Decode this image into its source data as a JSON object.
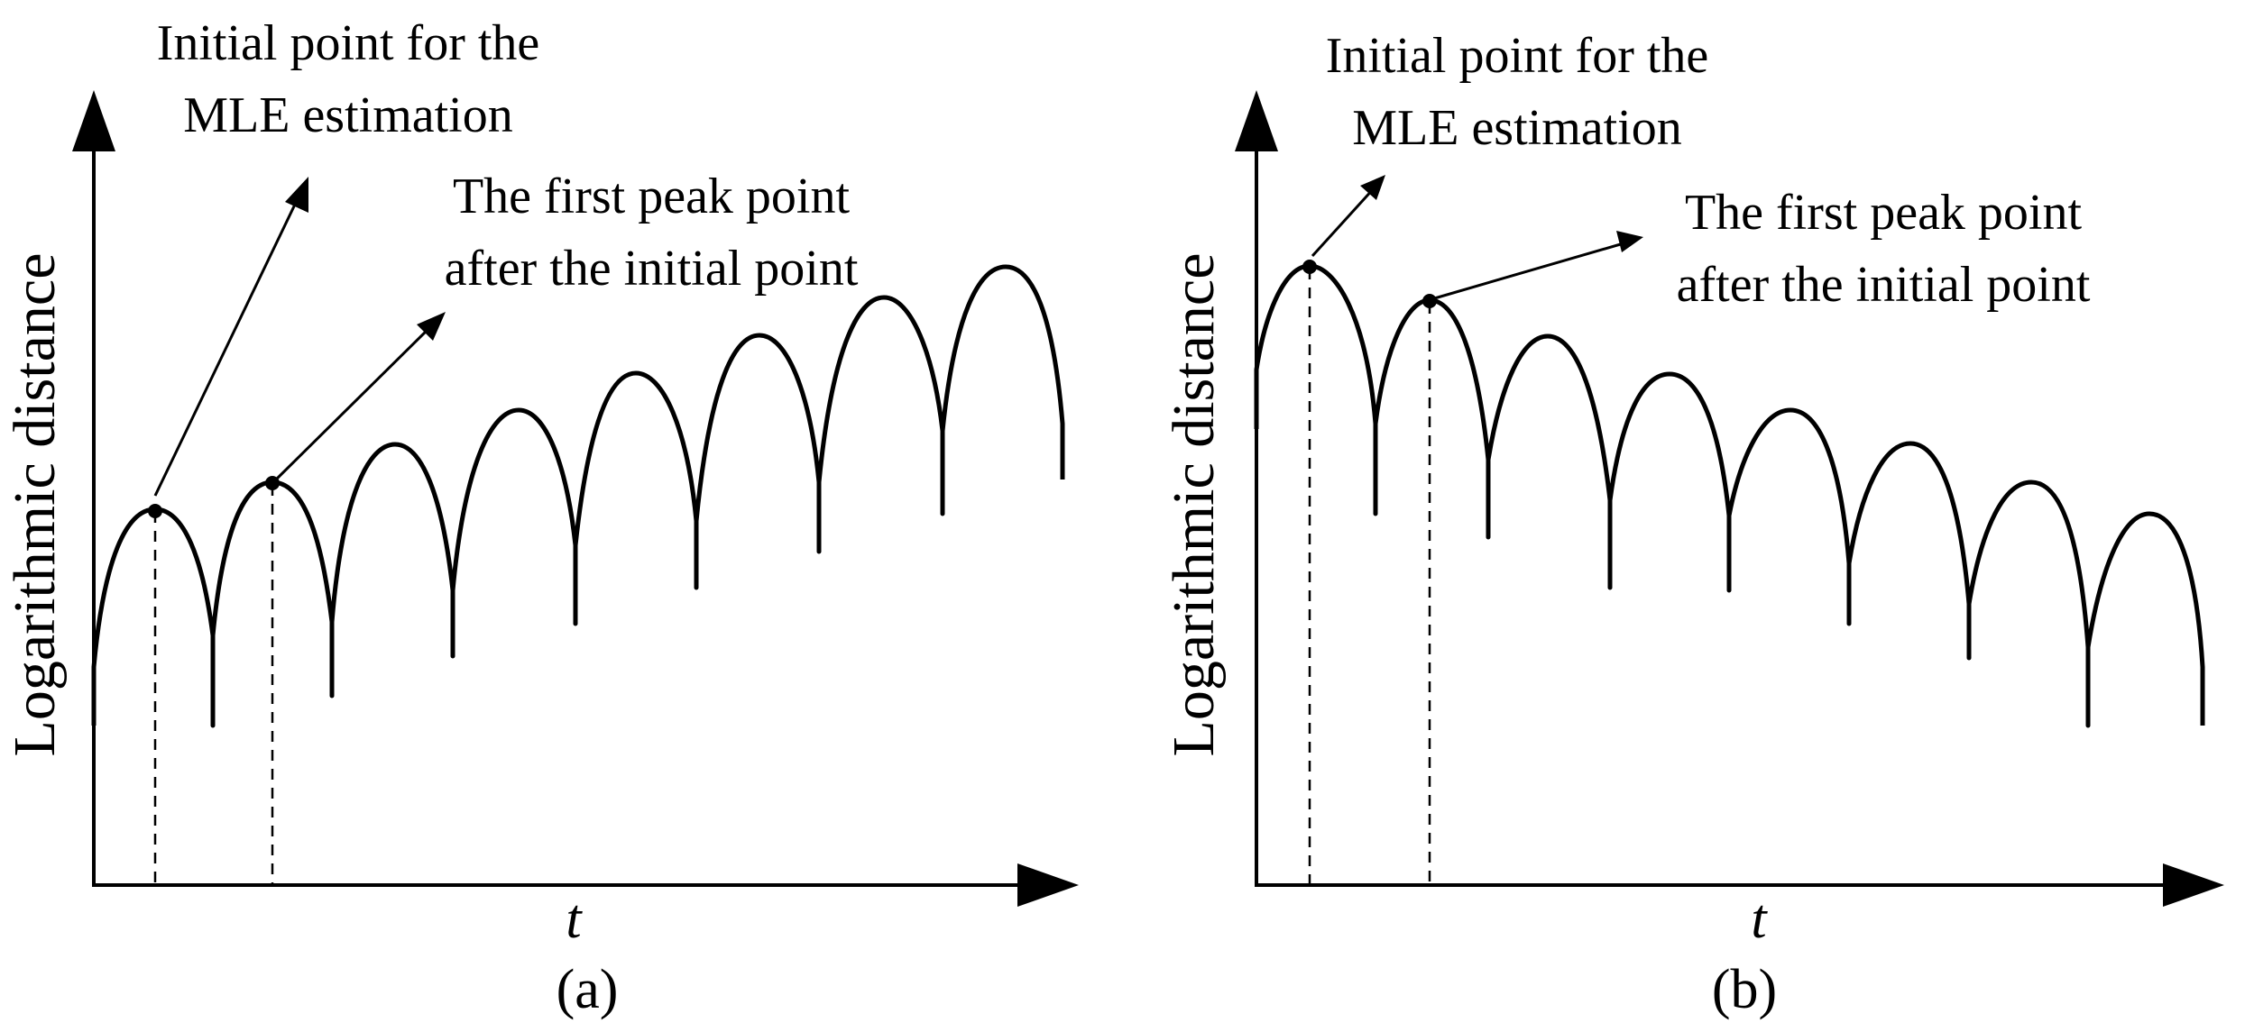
{
  "panels": [
    {
      "label": "(a)",
      "xlabel": "t",
      "ylabel": "Logarithmic distance",
      "annotation_initial": [
        "Initial point for the",
        "MLE estimation"
      ],
      "annotation_peak": [
        "The first peak point",
        "after the initial point"
      ],
      "trend": "increasing"
    },
    {
      "label": "(b)",
      "xlabel": "t",
      "ylabel": "Logarithmic distance",
      "annotation_initial": [
        "Initial point for the",
        "MLE estimation"
      ],
      "annotation_peak": [
        "The first peak point",
        "after the initial point"
      ],
      "trend": "decreasing"
    }
  ]
}
